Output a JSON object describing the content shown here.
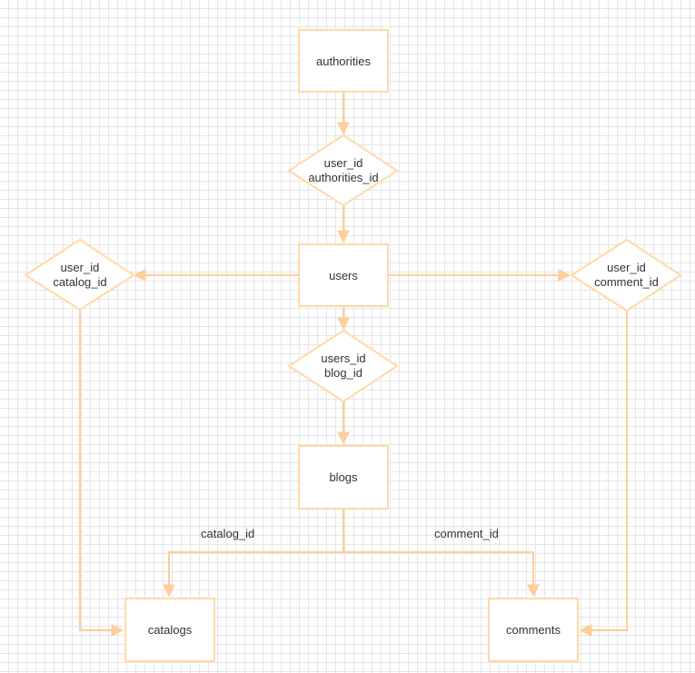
{
  "colors": {
    "stroke": "#ffd9a8",
    "arrow": "#ffce99",
    "text": "#333333",
    "grid": "#e6e6e6"
  },
  "entities": {
    "authorities": "authorities",
    "users": "users",
    "blogs": "blogs",
    "catalogs": "catalogs",
    "comments": "comments"
  },
  "relations": {
    "user_authorities": {
      "line1": "user_id",
      "line2": "authorities_id"
    },
    "user_catalog": {
      "line1": "user_id",
      "line2": "catalog_id"
    },
    "user_comment": {
      "line1": "user_id",
      "line2": "comment_id"
    },
    "user_blog": {
      "line1": "users_id",
      "line2": "blog_id"
    }
  },
  "edge_labels": {
    "catalog_id": "catalog_id",
    "comment_id": "comment_id"
  }
}
